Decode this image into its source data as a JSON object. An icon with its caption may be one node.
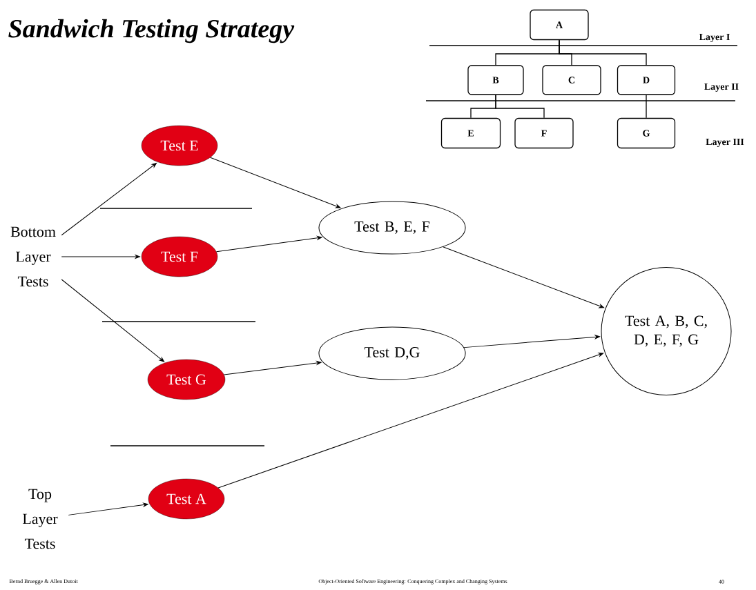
{
  "diagram": {
    "title": "Sandwich Testing Strategy",
    "nodes": [
      {
        "text": [
          "A"
        ]
      },
      {
        "text": [
          "B"
        ]
      },
      {
        "text": [
          "C"
        ]
      },
      {
        "text": [
          "D"
        ]
      },
      {
        "text": [
          "E"
        ]
      },
      {
        "text": [
          "F"
        ]
      },
      {
        "text": [
          "G"
        ]
      },
      {
        "text": [
          "Bottom Layer Tests"
        ]
      },
      {
        "text": [
          "Top Layer Tests"
        ]
      },
      {
        "text": [
          "Test E"
        ]
      },
      {
        "text": [
          "Test F"
        ]
      },
      {
        "text": [
          "Test G"
        ]
      },
      {
        "text": [
          "Test A"
        ]
      },
      {
        "text": [
          "Test B, E, F"
        ]
      },
      {
        "text": [
          "Test D,G"
        ]
      },
      {
        "text": [
          "Test A, B, C, D, E, F, G"
        ]
      }
    ],
    "edges": [
      {
        "from": 0,
        "to": 1,
        "arrow": "none"
      },
      {
        "from": 0,
        "to": 2,
        "arrow": "none"
      },
      {
        "from": 0,
        "to": 3,
        "arrow": "none"
      },
      {
        "from": 1,
        "to": 4,
        "arrow": "none"
      },
      {
        "from": 1,
        "to": 5,
        "arrow": "none"
      },
      {
        "from": 3,
        "to": 6,
        "arrow": "none"
      },
      {
        "from": 7,
        "to": 9,
        "arrow": "to"
      },
      {
        "from": 7,
        "to": 10,
        "arrow": "to"
      },
      {
        "from": 7,
        "to": 11,
        "arrow": "to"
      },
      {
        "from": 8,
        "to": 12,
        "arrow": "to"
      },
      {
        "from": 9,
        "to": 13,
        "arrow": "to"
      },
      {
        "from": 10,
        "to": 13,
        "arrow": "to"
      },
      {
        "from": 11,
        "to": 14,
        "arrow": "to"
      },
      {
        "from": 13,
        "to": 15,
        "arrow": "to"
      },
      {
        "from": 14,
        "to": 15,
        "arrow": "to"
      },
      {
        "from": 12,
        "to": 15,
        "arrow": "to"
      }
    ],
    "labels": [
      "Layer I",
      "Layer II",
      "Layer III",
      "Bernd Bruegge & Allen Dutoit",
      "Object-Oriented Software Engineering: Conquering Complex and Changing Systems",
      "40"
    ]
  }
}
